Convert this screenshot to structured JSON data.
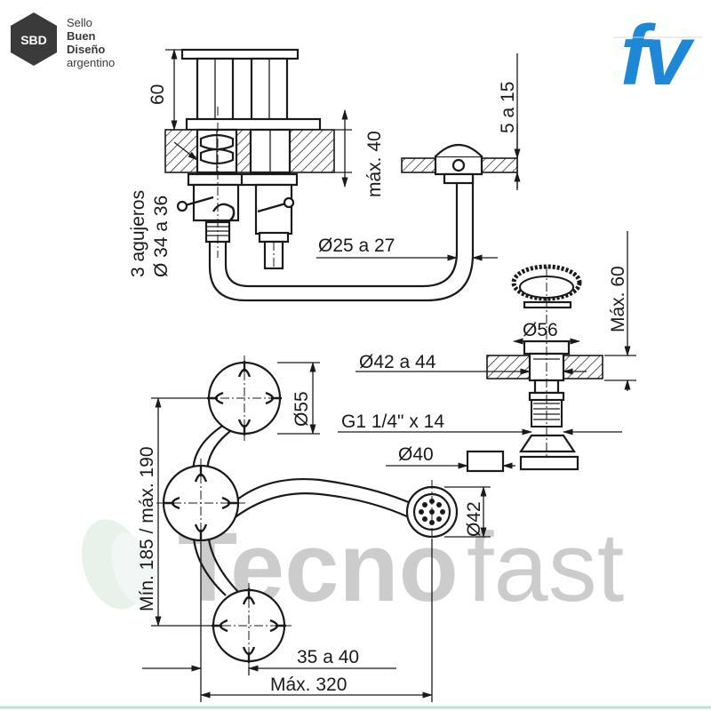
{
  "brand": {
    "sbd_badge": "SBD",
    "sbd_line1": "Sello",
    "sbd_line2": "Buen",
    "sbd_line3": "Diseño",
    "sbd_line4": "argentino",
    "fv_logo": "fv",
    "fv_color": "#1e88d6",
    "watermark_part1": "Tecno",
    "watermark_part2": "fast"
  },
  "dimensions": {
    "height_60": "60",
    "max_40": "máx. 40",
    "range_5_15": "5 a 15",
    "holes_line1": "3 agujeros",
    "holes_line2": "Ø 34 a 36",
    "pipe_diameter": "Ø25 a 27",
    "max_60": "Máx. 60",
    "cap_diameter": "Ø56",
    "hole_diameter": "Ø42 a 44",
    "thread": "G1 1/4\" x 14",
    "drain_diameter": "Ø40",
    "handle_diameter": "Ø55",
    "outlet_diameter": "Ø42",
    "vertical_span": "Mín. 185 / máx. 190",
    "offset_35_40": "35 a 40",
    "max_320": "Máx. 320"
  }
}
